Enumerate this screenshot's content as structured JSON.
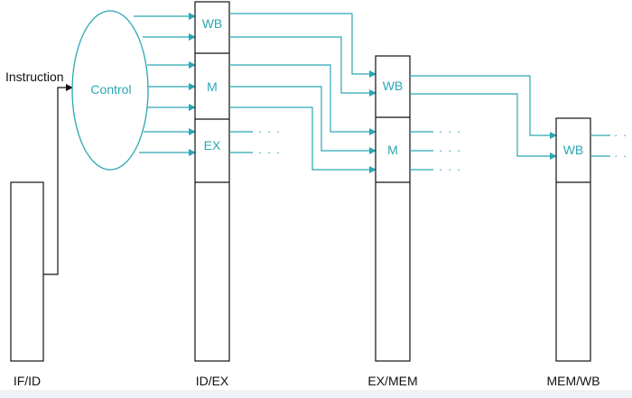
{
  "colors": {
    "control_signal": "#2aa7b5",
    "datapath_outline": "#111111",
    "background": "#ffffff"
  },
  "control_unit": {
    "label": "Control"
  },
  "instruction_input": {
    "label": "Instruction"
  },
  "pipeline_registers": [
    {
      "id": "if-id",
      "label": "IF/ID"
    },
    {
      "id": "id-ex",
      "label": "ID/EX",
      "fields": [
        "WB",
        "M",
        "EX"
      ]
    },
    {
      "id": "ex-mem",
      "label": "EX/MEM",
      "fields": [
        "WB",
        "M"
      ]
    },
    {
      "id": "mem-wb",
      "label": "MEM/WB",
      "fields": [
        "WB"
      ]
    }
  ],
  "continuation_marker": "· · ·"
}
